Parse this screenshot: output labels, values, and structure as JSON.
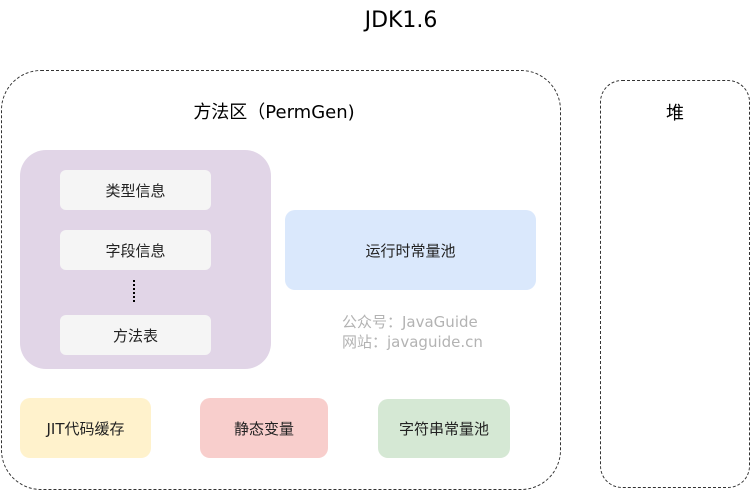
{
  "title": "JDK1.6",
  "method_area": {
    "title": "方法区（PermGen)",
    "class_info": {
      "items": [
        "类型信息",
        "字段信息",
        "方法表"
      ]
    },
    "runtime_constant_pool": "运行时常量池",
    "jit_cache": "JIT代码缓存",
    "static_vars": "静态变量",
    "string_pool": "字符串常量池"
  },
  "heap": {
    "title": "堆"
  },
  "watermark": {
    "line1": "公众号：JavaGuide",
    "line2": "网站：javaguide.cn"
  },
  "colors": {
    "class_group": "#e1d5e7",
    "item_bg": "#f5f5f5",
    "runtime_constant_pool": "#dae8fc",
    "jit_cache": "#fff2cc",
    "static_vars": "#f8cecc",
    "string_pool": "#d5e8d4"
  }
}
